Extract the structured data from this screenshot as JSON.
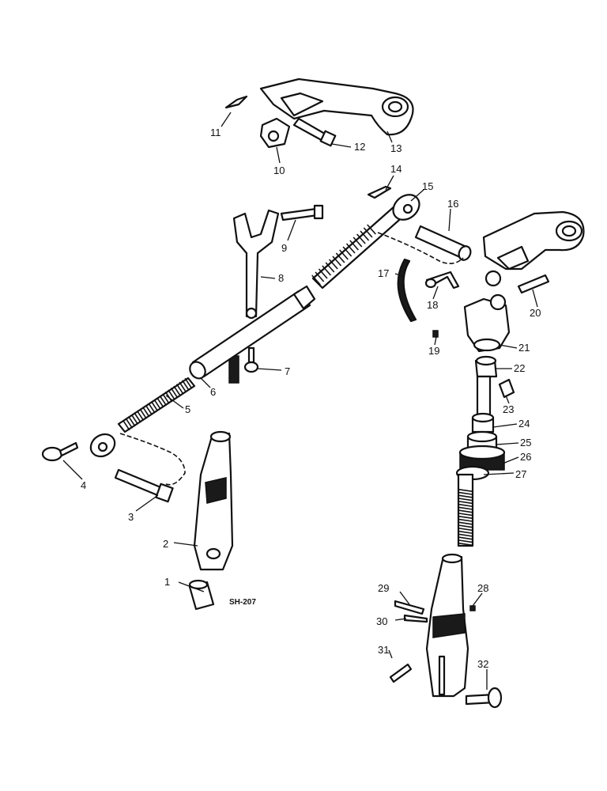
{
  "figure": {
    "reference_code": "SH-207",
    "callouts": [
      "1",
      "2",
      "3",
      "4",
      "5",
      "6",
      "7",
      "8",
      "9",
      "10",
      "11",
      "12",
      "13",
      "14",
      "15",
      "16",
      "17",
      "18",
      "19",
      "20",
      "21",
      "22",
      "23",
      "24",
      "25",
      "26",
      "27",
      "28",
      "29",
      "30",
      "31",
      "32"
    ]
  }
}
